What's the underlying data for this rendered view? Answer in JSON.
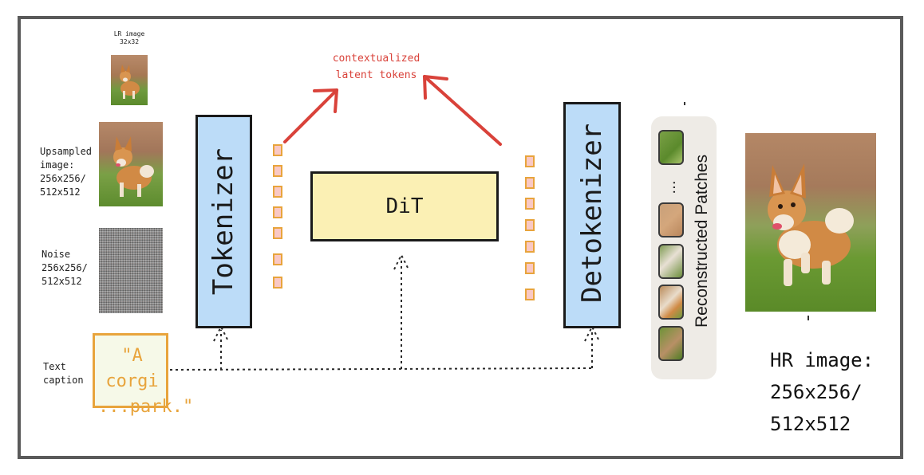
{
  "inputs": {
    "lr_image_label": "LR image\n32x32",
    "upsampled_label": "Upsampled\nimage:\n256x256/\n512x512",
    "noise_label": "Noise\n256x256/\n512x512",
    "text_caption_label": "Text\ncaption",
    "caption_text": "\"A corgi\n...park.\""
  },
  "blocks": {
    "tokenizer": "Tokenizer",
    "dit": "DiT",
    "detokenizer": "Detokenizer",
    "reconstructed_patches": "Reconstructed Patches",
    "patches_ellipsis": "..."
  },
  "annotation": {
    "contextualized_tokens": "contextualized\nlatent tokens"
  },
  "output": {
    "hr_label": "HR image:\n256x256/\n512x512"
  },
  "colors": {
    "frame": "#5a5a5a",
    "block_blue": "#bcdcf8",
    "block_yellow": "#fbf0b4",
    "token_fill": "#f9c8c4",
    "token_border": "#e8a43c",
    "annotation_red": "#d9423a",
    "caption_orange": "#e8a43c",
    "caption_bg": "#f6f9e8",
    "patch_panel": "#eeebe6"
  },
  "icons": [
    "corgi-photo",
    "noise-image",
    "arrow-red",
    "dotted-arrow"
  ]
}
